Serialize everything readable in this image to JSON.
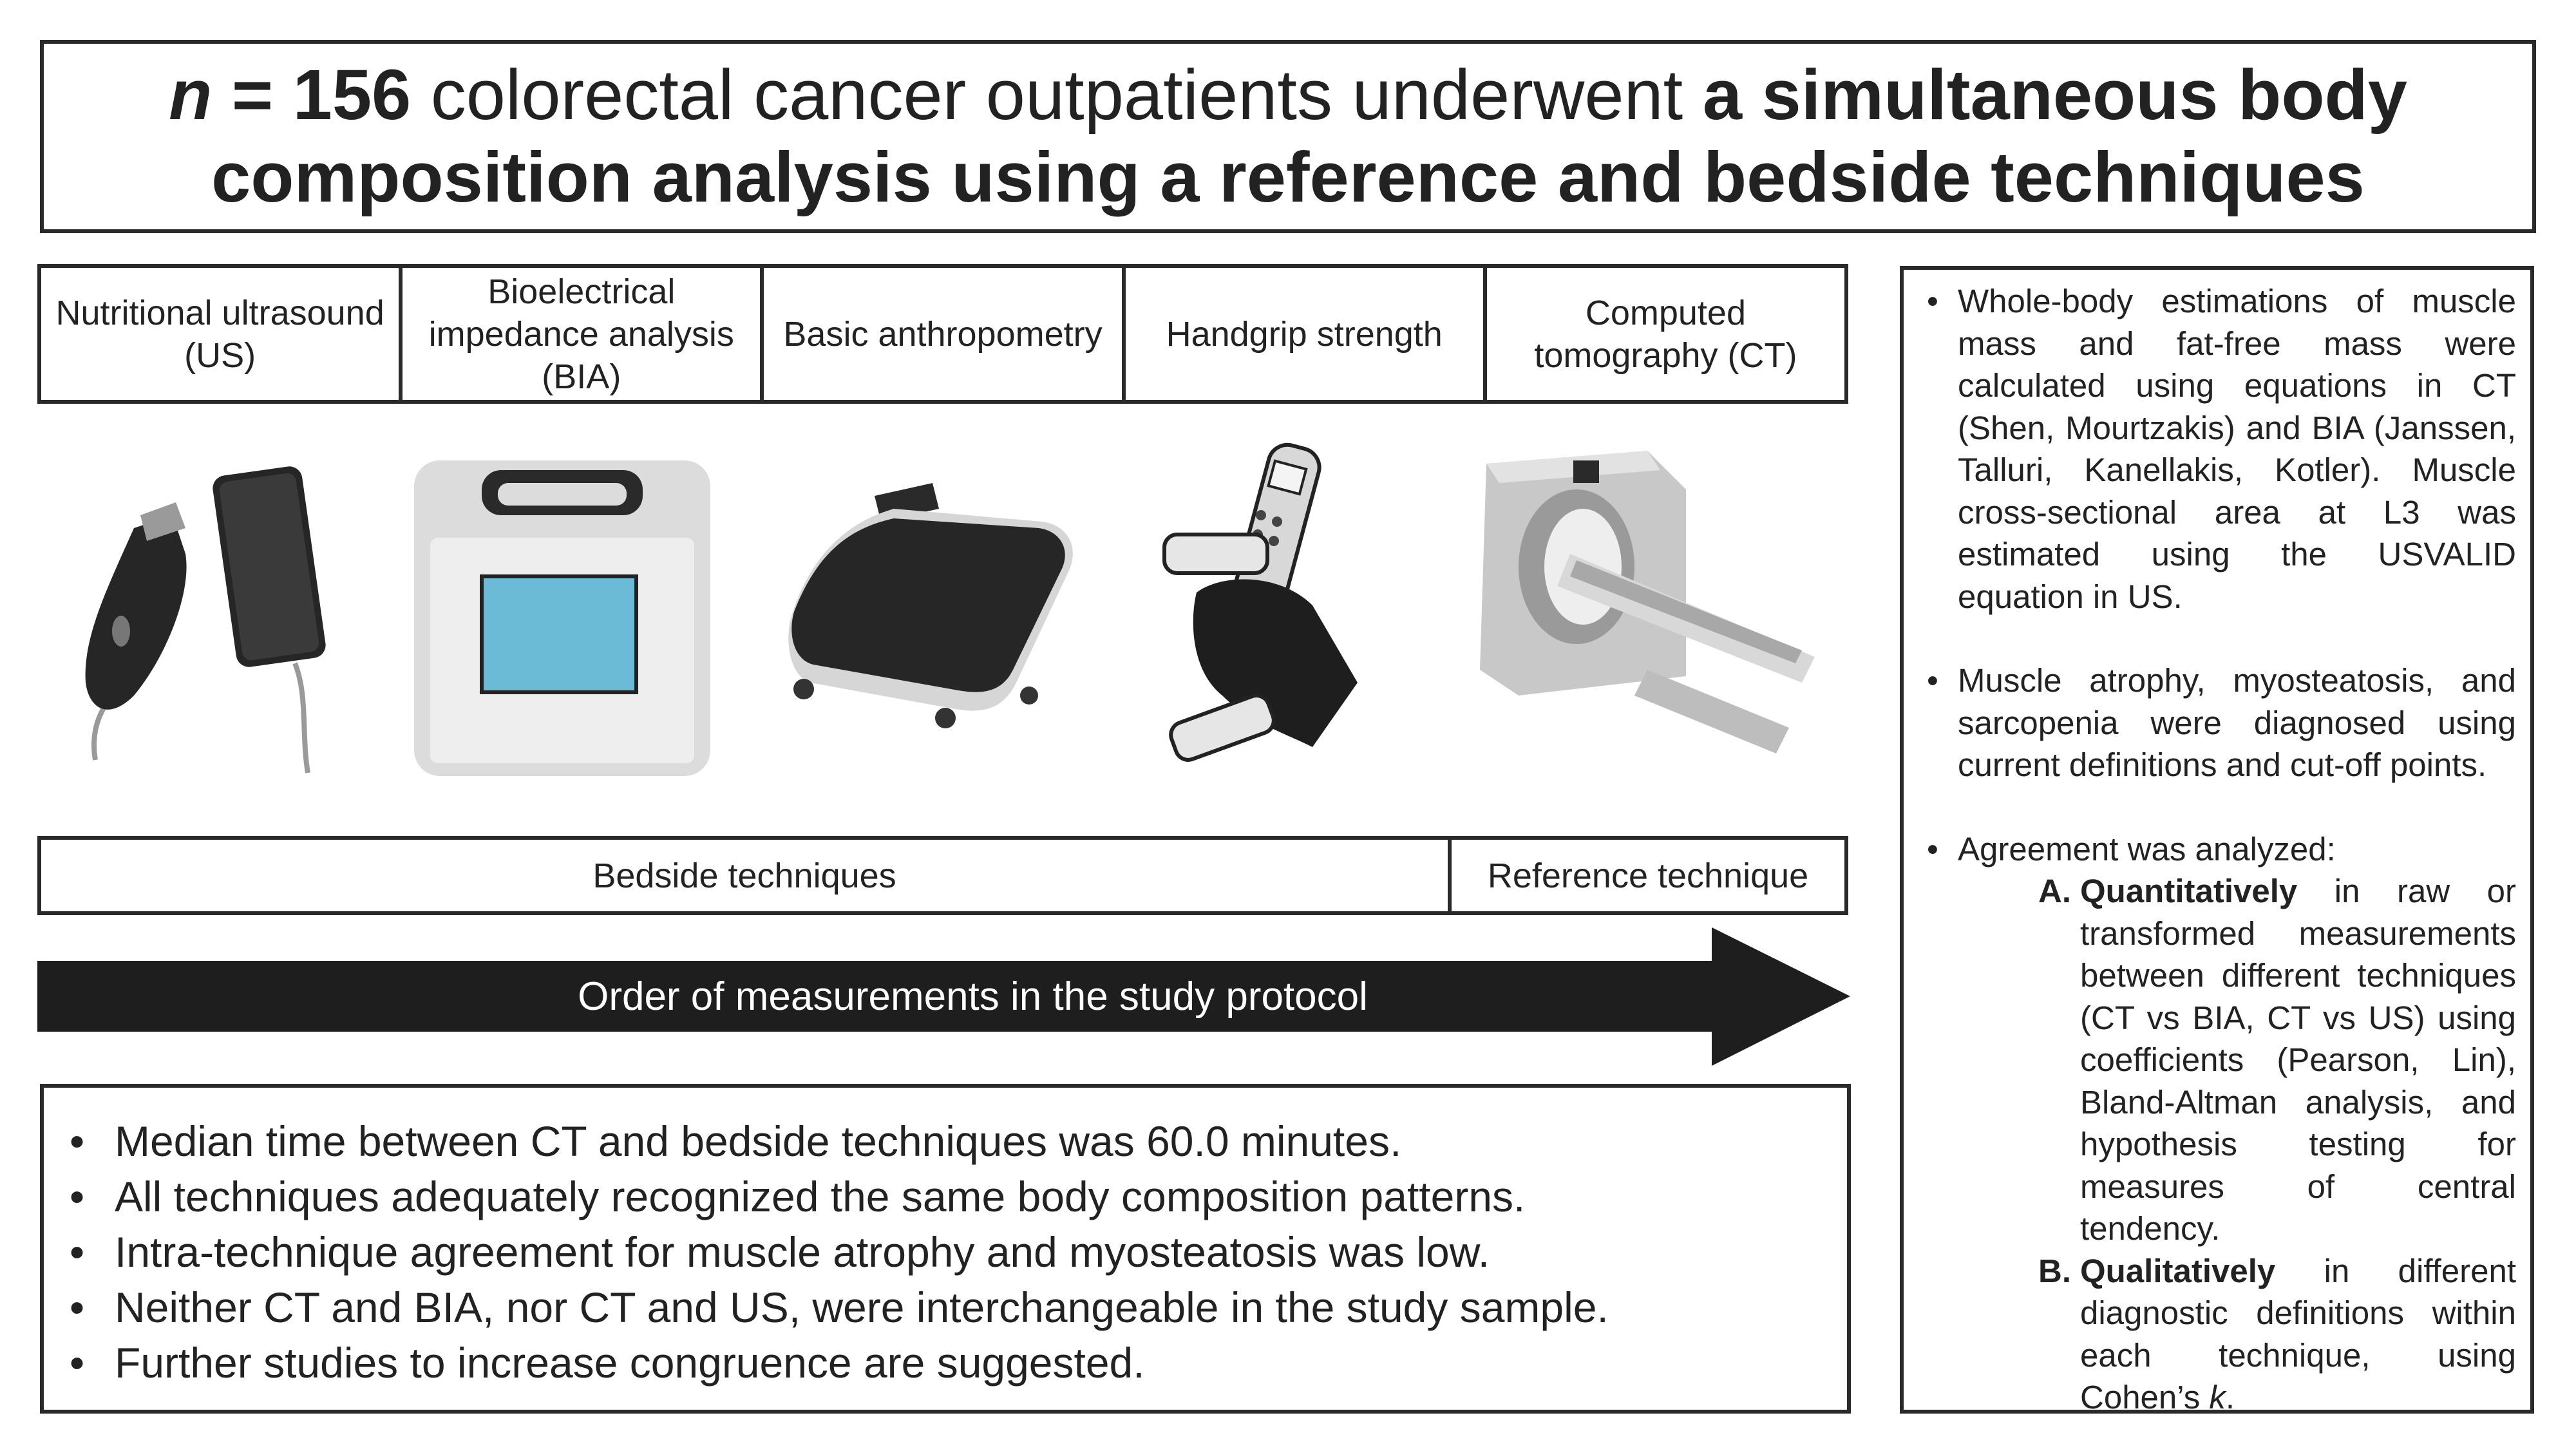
{
  "title": {
    "line1_n_italic": "n",
    "line1_eq": " = 156",
    "line1_middle": " colorectal cancer outpatients underwent ",
    "line1_bold_end": "a simultaneous body",
    "line2": "composition analysis using a reference and bedside techniques"
  },
  "techniques": [
    {
      "label": "Nutritional ultrasound (US)",
      "icon": "ultrasound-probe-and-phone-icon"
    },
    {
      "label": "Bioelectrical impedance analysis (BIA)",
      "icon": "bia-device-icon"
    },
    {
      "label": "Basic anthropometry",
      "icon": "weighing-scale-icon"
    },
    {
      "label": "Handgrip strength",
      "icon": "hand-dynamometer-icon"
    },
    {
      "label": "Computed tomography (CT)",
      "icon": "ct-scanner-icon"
    }
  ],
  "categories": {
    "bedside": "Bedside techniques",
    "reference": "Reference technique"
  },
  "arrow": {
    "label": "Order of measurements in the study protocol"
  },
  "findings": [
    "Median time between CT and bedside techniques was 60.0 minutes.",
    "All techniques adequately recognized the same body composition patterns.",
    "Intra-technique agreement for muscle atrophy and myosteatosis was low.",
    "Neither CT and BIA, nor CT and US, were interchangeable in the study sample.",
    "Further studies to increase congruence are suggested."
  ],
  "methods": {
    "bullet1": "Whole-body estimations of muscle mass and fat-free mass were calculated using equations in CT (Shen, Mourtzakis) and BIA (Janssen, Talluri, Kanellakis, Kotler). Muscle cross-sectional area at L3 was estimated using the USVALID equation in US.",
    "bullet2": "Muscle atrophy, myosteatosis, and sarcopenia were diagnosed using current definitions and cut-off points.",
    "bullet3": "Agreement was analyzed:",
    "subA_letter": "A.",
    "subA_bold": "Quantitatively",
    "subA_text": " in raw or transformed measurements between different techniques (CT vs BIA, CT vs US) using coefficients (Pearson, Lin), Bland-Altman analysis, and hypothesis testing for measures of central tendency.",
    "subB_letter": "B.",
    "subB_bold": "Qualitatively",
    "subB_text": " in different diagnostic definitions within each technique, using Cohen’s ",
    "subB_italic": "k",
    "subB_end": "."
  },
  "colors": {
    "border": "#2a2a2a",
    "arrow": "#1e1e1e",
    "bia_screen": "#6bbad6",
    "device_dark": "#262626",
    "ct_gray": "#c8c8c8"
  }
}
